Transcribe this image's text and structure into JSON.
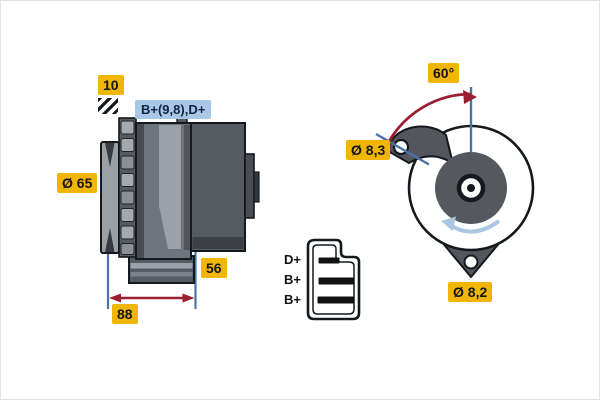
{
  "title": "Alternator technical drawing",
  "side_view": {
    "labels": {
      "shaft_size": "10",
      "terminals": "B+(9,8),D+",
      "pulley_diameter": "Ø 65",
      "dim_depth": "56",
      "dim_length": "88"
    },
    "icons": {
      "hatch": "diagonal-hatch-pattern"
    }
  },
  "front_view": {
    "labels": {
      "mounting_angle": "60°",
      "hole_top_diameter": "Ø 8,3",
      "hole_bottom_diameter": "Ø 8,2"
    },
    "rotation_direction": "counter-clockwise"
  },
  "connector": {
    "pins": [
      {
        "label": "D+"
      },
      {
        "label": "B+"
      },
      {
        "label": "B+"
      }
    ]
  },
  "colors": {
    "highlight_yellow": "#f1b505",
    "label_blue": "#a9c7e6",
    "dimension_red": "#9b1f2e",
    "dimension_blue": "#4a74a8",
    "rotation_arrow_blue": "#a9c6e3",
    "body_gray": "#6e747c",
    "body_dark_gray": "#565b61",
    "outline": "#15181c"
  }
}
